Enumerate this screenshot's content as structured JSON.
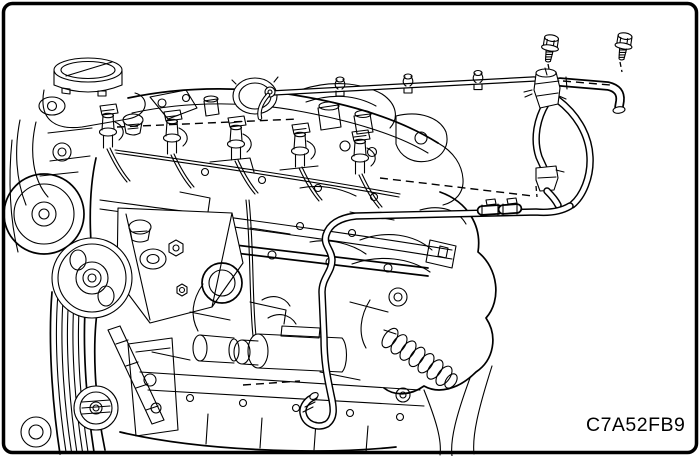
{
  "figure": {
    "code": "C7A52FB9"
  },
  "canvas": {
    "background": "#ffffff",
    "line_color": "#000000",
    "border_color": "#000000"
  },
  "parts": [
    "engine-assembly",
    "fuel-return-pipe",
    "pipe-retaining-clips",
    "tee-fitting",
    "fuel-return-hose",
    "elbow-hose",
    "hose-clamps",
    "quick-connector",
    "mounting-bolt-left",
    "mounting-bolt-right",
    "alignment-dashed-lines",
    "figure-code"
  ]
}
